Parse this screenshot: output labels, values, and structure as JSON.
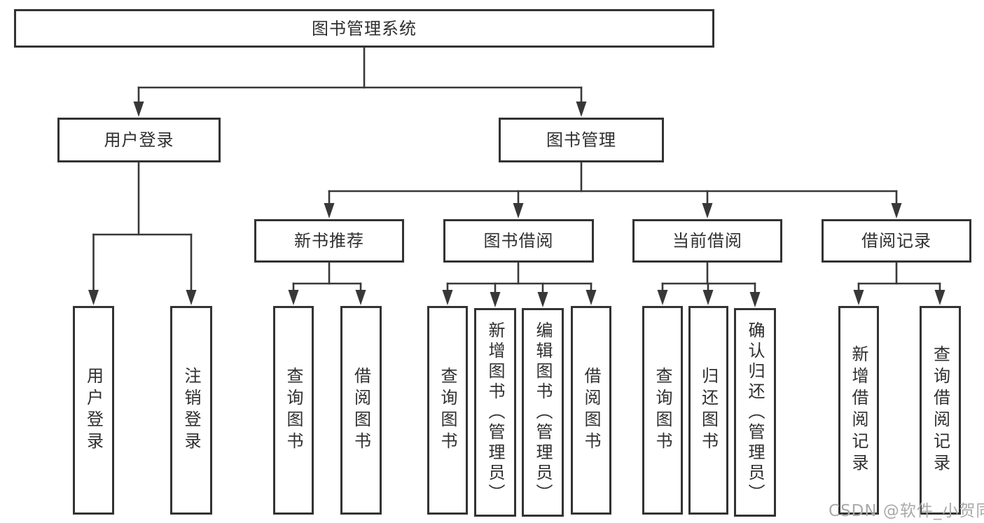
{
  "title": "图书管理系统",
  "tree": {
    "label": "图书管理系统",
    "children": [
      {
        "label": "用户登录",
        "children": [
          {
            "label": "用户登录"
          },
          {
            "label": "注销登录"
          }
        ]
      },
      {
        "label": "图书管理",
        "children": [
          {
            "label": "新书推荐",
            "children": [
              {
                "label": "查询图书"
              },
              {
                "label": "借阅图书"
              }
            ]
          },
          {
            "label": "图书借阅",
            "children": [
              {
                "label": "查询图书"
              },
              {
                "label": "新增图书（管理员）"
              },
              {
                "label": "编辑图书（管理员）"
              },
              {
                "label": "借阅图书"
              }
            ]
          },
          {
            "label": "当前借阅",
            "children": [
              {
                "label": "查询图书"
              },
              {
                "label": "归还图书"
              },
              {
                "label": "确认归还（管理员）"
              }
            ]
          },
          {
            "label": "借阅记录",
            "children": [
              {
                "label": "新增借阅记录"
              },
              {
                "label": "查询借阅记录"
              }
            ]
          }
        ]
      }
    ]
  },
  "watermark": "CSDN @软件_小贺同学",
  "colors": {
    "background": "#ffffff",
    "line": "#383838",
    "box_border": "#333333",
    "text": "#2f2f2f",
    "watermark": "#a9a9a9"
  }
}
